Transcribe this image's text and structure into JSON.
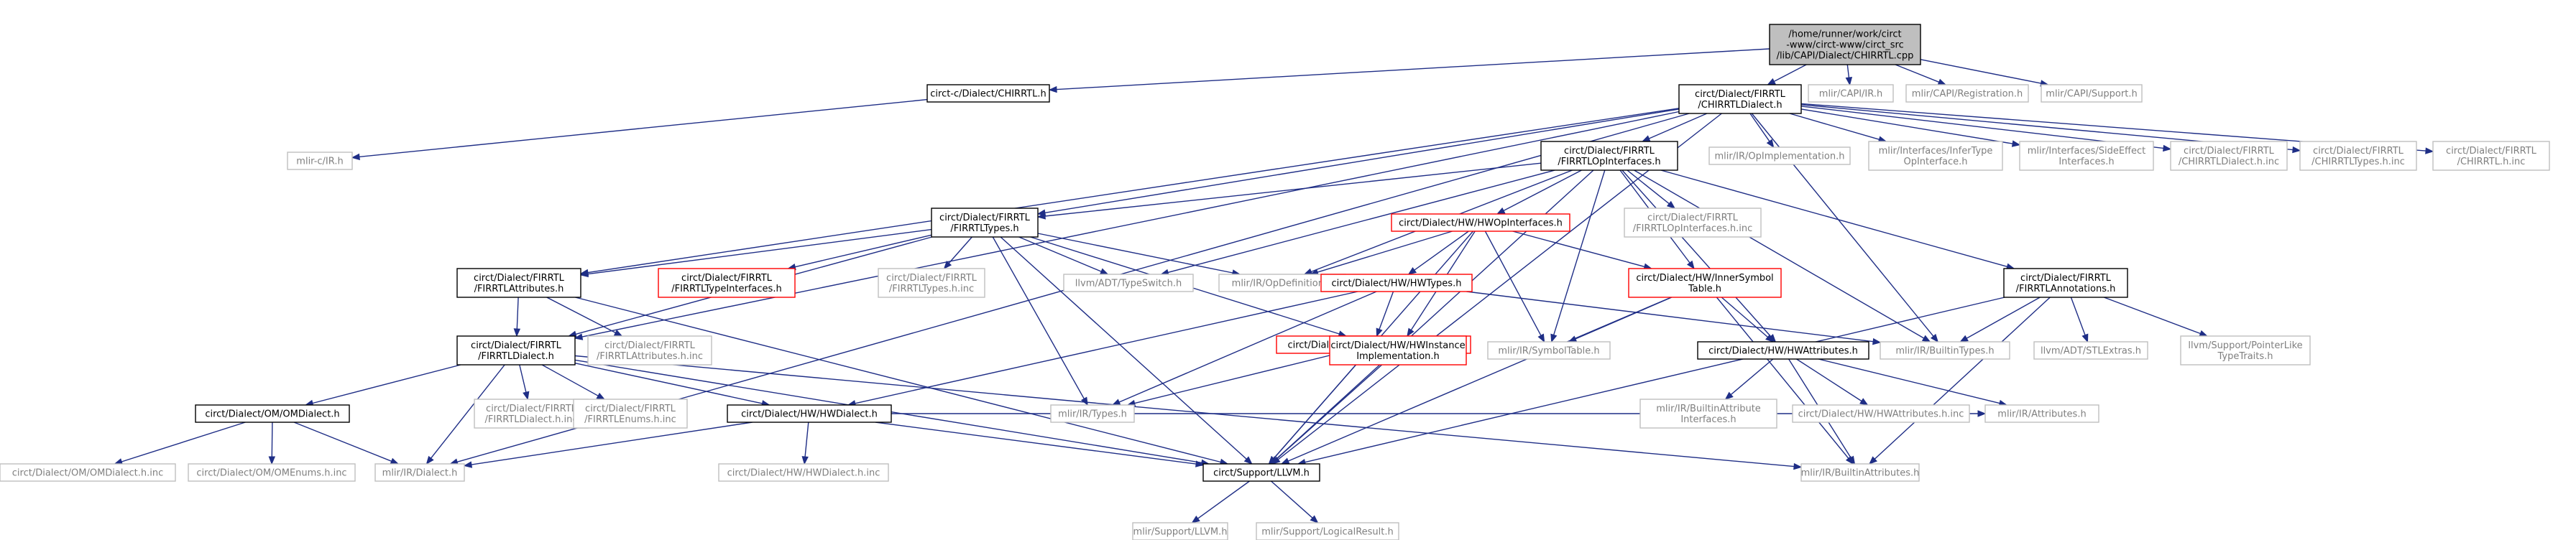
{
  "title": "/home/runner/work/circt-www/circt-www/circt_src/lib/CAPI/Dialect/CHIRRTL.cpp",
  "colors": {
    "edge": "#1f2e86",
    "root_fill": "#bfbfbf",
    "box_border": "#000000",
    "missing_border": "#bfbfbf",
    "missing_text": "#7f7f7f",
    "truncated_border": "#ff0000"
  },
  "nodes": [
    {
      "id": "root",
      "kind": "root",
      "lines": [
        "/home/runner/work/circt",
        "-www/circt-www/circt_src",
        "/lib/CAPI/Dialect/CHIRRTL.cpp"
      ]
    },
    {
      "id": "capi_chirrtl",
      "kind": "normal",
      "lines": [
        "circt-c/Dialect/CHIRRTL.h"
      ]
    },
    {
      "id": "chirrtl_dialect",
      "kind": "normal",
      "lines": [
        "circt/Dialect/FIRRTL",
        "/CHIRRTLDialect.h"
      ]
    },
    {
      "id": "mlir_capi_ir",
      "kind": "missing",
      "lines": [
        "mlir/CAPI/IR.h"
      ]
    },
    {
      "id": "mlir_capi_reg",
      "kind": "missing",
      "lines": [
        "mlir/CAPI/Registration.h"
      ]
    },
    {
      "id": "mlir_capi_support",
      "kind": "missing",
      "lines": [
        "mlir/CAPI/Support.h"
      ]
    },
    {
      "id": "mlir_c_ir",
      "kind": "missing",
      "lines": [
        "mlir-c/IR.h"
      ]
    },
    {
      "id": "firrtl_opinterfaces",
      "kind": "normal",
      "lines": [
        "circt/Dialect/FIRRTL",
        "/FIRRTLOpInterfaces.h"
      ]
    },
    {
      "id": "op_impl",
      "kind": "missing",
      "lines": [
        "mlir/IR/OpImplementation.h"
      ]
    },
    {
      "id": "infertype",
      "kind": "missing",
      "lines": [
        "mlir/Interfaces/InferType",
        "OpInterface.h"
      ]
    },
    {
      "id": "sideeffect",
      "kind": "missing",
      "lines": [
        "mlir/Interfaces/SideEffect",
        "Interfaces.h"
      ]
    },
    {
      "id": "chirrtl_dialect_inc",
      "kind": "missing",
      "lines": [
        "circt/Dialect/FIRRTL",
        "/CHIRRTLDialect.h.inc"
      ]
    },
    {
      "id": "chirrtl_types_inc",
      "kind": "missing",
      "lines": [
        "circt/Dialect/FIRRTL",
        "/CHIRRTLTypes.h.inc"
      ]
    },
    {
      "id": "chirrtl_h_inc",
      "kind": "missing",
      "lines": [
        "circt/Dialect/FIRRTL",
        "/CHIRRTL.h.inc"
      ]
    },
    {
      "id": "firrtl_types",
      "kind": "normal",
      "lines": [
        "circt/Dialect/FIRRTL",
        "/FIRRTLTypes.h"
      ]
    },
    {
      "id": "hw_opinterfaces",
      "kind": "truncated",
      "lines": [
        "circt/Dialect/HW/HWOpInterfaces.h"
      ]
    },
    {
      "id": "firrtl_opinterfaces_inc",
      "kind": "missing",
      "lines": [
        "circt/Dialect/FIRRTL",
        "/FIRRTLOpInterfaces.h.inc"
      ]
    },
    {
      "id": "firrtl_annotations",
      "kind": "normal",
      "lines": [
        "circt/Dialect/FIRRTL",
        "/FIRRTLAnnotations.h"
      ]
    },
    {
      "id": "firrtl_attributes",
      "kind": "normal",
      "lines": [
        "circt/Dialect/FIRRTL",
        "/FIRRTLAttributes.h"
      ]
    },
    {
      "id": "firrtl_typeinterfaces",
      "kind": "truncated",
      "lines": [
        "circt/Dialect/FIRRTL",
        "/FIRRTLTypeInterfaces.h"
      ]
    },
    {
      "id": "firrtl_types_inc",
      "kind": "missing",
      "lines": [
        "circt/Dialect/FIRRTL",
        "/FIRRTLTypes.h.inc"
      ]
    },
    {
      "id": "typeswitch",
      "kind": "missing",
      "lines": [
        "llvm/ADT/TypeSwitch.h"
      ]
    },
    {
      "id": "opdefinition",
      "kind": "missing",
      "lines": [
        "mlir/IR/OpDefinition.h"
      ]
    },
    {
      "id": "hw_types",
      "kind": "truncated",
      "lines": [
        "circt/Dialect/HW/HWTypes.h"
      ]
    },
    {
      "id": "hw_innersymbol",
      "kind": "truncated",
      "lines": [
        "circt/Dialect/HW/InnerSymbol",
        "Table.h"
      ]
    },
    {
      "id": "firrtl_dialect",
      "kind": "normal",
      "lines": [
        "circt/Dialect/FIRRTL",
        "/FIRRTLDialect.h"
      ]
    },
    {
      "id": "firrtl_attributes_inc",
      "kind": "missing",
      "lines": [
        "circt/Dialect/FIRRTL",
        "/FIRRTLAttributes.h.inc"
      ]
    },
    {
      "id": "hw_typeinterfaces",
      "kind": "truncated",
      "lines": [
        "circt/Dialect/HW/HWTypeInterfaces.h"
      ]
    },
    {
      "id": "hw_instanceimpl",
      "kind": "truncated",
      "lines": [
        "circt/Dialect/HW/HWInstance",
        "Implementation.h"
      ]
    },
    {
      "id": "symboltable",
      "kind": "missing",
      "lines": [
        "mlir/IR/SymbolTable.h"
      ]
    },
    {
      "id": "hw_attributes",
      "kind": "normal",
      "lines": [
        "circt/Dialect/HW/HWAttributes.h"
      ]
    },
    {
      "id": "builtintypes",
      "kind": "missing",
      "lines": [
        "mlir/IR/BuiltinTypes.h"
      ]
    },
    {
      "id": "stlextras",
      "kind": "missing",
      "lines": [
        "llvm/ADT/STLExtras.h"
      ]
    },
    {
      "id": "pointerlike",
      "kind": "missing",
      "lines": [
        "llvm/Support/PointerLike",
        "TypeTraits.h"
      ]
    },
    {
      "id": "om_dialect",
      "kind": "normal",
      "lines": [
        "circt/Dialect/OM/OMDialect.h"
      ]
    },
    {
      "id": "firrtl_dialect_inc",
      "kind": "missing",
      "lines": [
        "circt/Dialect/FIRRTL",
        "/FIRRTLDialect.h.inc"
      ]
    },
    {
      "id": "firrtl_enums_inc",
      "kind": "missing",
      "lines": [
        "circt/Dialect/FIRRTL",
        "/FIRRTLEnums.h.inc"
      ]
    },
    {
      "id": "hw_dialect",
      "kind": "normal",
      "lines": [
        "circt/Dialect/HW/HWDialect.h"
      ]
    },
    {
      "id": "ir_types",
      "kind": "missing",
      "lines": [
        "mlir/IR/Types.h"
      ]
    },
    {
      "id": "builtinattr_iface",
      "kind": "missing",
      "lines": [
        "mlir/IR/BuiltinAttribute",
        "Interfaces.h"
      ]
    },
    {
      "id": "hw_attributes_inc",
      "kind": "missing",
      "lines": [
        "circt/Dialect/HW/HWAttributes.h.inc"
      ]
    },
    {
      "id": "ir_attributes",
      "kind": "missing",
      "lines": [
        "mlir/IR/Attributes.h"
      ]
    },
    {
      "id": "om_dialect_inc",
      "kind": "missing",
      "lines": [
        "circt/Dialect/OM/OMDialect.h.inc"
      ]
    },
    {
      "id": "om_enums_inc",
      "kind": "missing",
      "lines": [
        "circt/Dialect/OM/OMEnums.h.inc"
      ]
    },
    {
      "id": "ir_dialect",
      "kind": "missing",
      "lines": [
        "mlir/IR/Dialect.h"
      ]
    },
    {
      "id": "hw_dialect_inc",
      "kind": "missing",
      "lines": [
        "circt/Dialect/HW/HWDialect.h.inc"
      ]
    },
    {
      "id": "support_llvm",
      "kind": "normal",
      "lines": [
        "circt/Support/LLVM.h"
      ]
    },
    {
      "id": "builtinattributes",
      "kind": "missing",
      "lines": [
        "mlir/IR/BuiltinAttributes.h"
      ]
    },
    {
      "id": "mlir_support_llvm",
      "kind": "missing",
      "lines": [
        "mlir/Support/LLVM.h"
      ]
    },
    {
      "id": "logicalresult",
      "kind": "missing",
      "lines": [
        "mlir/Support/LogicalResult.h"
      ]
    }
  ],
  "edges": [
    [
      "root",
      "capi_chirrtl"
    ],
    [
      "root",
      "chirrtl_dialect"
    ],
    [
      "root",
      "mlir_capi_ir"
    ],
    [
      "root",
      "mlir_capi_reg"
    ],
    [
      "root",
      "mlir_capi_support"
    ],
    [
      "capi_chirrtl",
      "mlir_c_ir"
    ],
    [
      "chirrtl_dialect",
      "firrtl_opinterfaces"
    ],
    [
      "chirrtl_dialect",
      "op_impl"
    ],
    [
      "chirrtl_dialect",
      "infertype"
    ],
    [
      "chirrtl_dialect",
      "sideeffect"
    ],
    [
      "chirrtl_dialect",
      "chirrtl_dialect_inc"
    ],
    [
      "chirrtl_dialect",
      "chirrtl_types_inc"
    ],
    [
      "chirrtl_dialect",
      "chirrtl_h_inc"
    ],
    [
      "chirrtl_dialect",
      "firrtl_types"
    ],
    [
      "chirrtl_dialect",
      "firrtl_attributes"
    ],
    [
      "chirrtl_dialect",
      "firrtl_dialect"
    ],
    [
      "chirrtl_dialect",
      "ir_dialect"
    ],
    [
      "chirrtl_dialect",
      "support_llvm"
    ],
    [
      "chirrtl_dialect",
      "builtintypes"
    ],
    [
      "firrtl_opinterfaces",
      "firrtl_types"
    ],
    [
      "firrtl_opinterfaces",
      "hw_opinterfaces"
    ],
    [
      "firrtl_opinterfaces",
      "firrtl_opinterfaces_inc"
    ],
    [
      "firrtl_opinterfaces",
      "firrtl_annotations"
    ],
    [
      "firrtl_opinterfaces",
      "typeswitch"
    ],
    [
      "firrtl_opinterfaces",
      "opdefinition"
    ],
    [
      "firrtl_opinterfaces",
      "symboltable"
    ],
    [
      "firrtl_opinterfaces",
      "hw_innersymbol"
    ],
    [
      "firrtl_opinterfaces",
      "hw_attributes"
    ],
    [
      "firrtl_opinterfaces",
      "builtintypes"
    ],
    [
      "firrtl_opinterfaces",
      "support_llvm"
    ],
    [
      "firrtl_types",
      "firrtl_attributes"
    ],
    [
      "firrtl_types",
      "firrtl_typeinterfaces"
    ],
    [
      "firrtl_types",
      "firrtl_types_inc"
    ],
    [
      "firrtl_types",
      "typeswitch"
    ],
    [
      "firrtl_types",
      "opdefinition"
    ],
    [
      "firrtl_types",
      "hw_typeinterfaces"
    ],
    [
      "firrtl_types",
      "firrtl_dialect"
    ],
    [
      "firrtl_types",
      "ir_types"
    ],
    [
      "firrtl_types",
      "support_llvm"
    ],
    [
      "hw_opinterfaces",
      "hw_types"
    ],
    [
      "hw_opinterfaces",
      "hw_innersymbol"
    ],
    [
      "hw_opinterfaces",
      "hw_instanceimpl"
    ],
    [
      "hw_opinterfaces",
      "opdefinition"
    ],
    [
      "hw_opinterfaces",
      "symboltable"
    ],
    [
      "hw_opinterfaces",
      "support_llvm"
    ],
    [
      "firrtl_annotations",
      "builtintypes"
    ],
    [
      "firrtl_annotations",
      "stlextras"
    ],
    [
      "firrtl_annotations",
      "pointerlike"
    ],
    [
      "firrtl_annotations",
      "support_llvm"
    ],
    [
      "firrtl_annotations",
      "builtinattributes"
    ],
    [
      "firrtl_attributes",
      "firrtl_dialect"
    ],
    [
      "firrtl_attributes",
      "firrtl_attributes_inc"
    ],
    [
      "firrtl_attributes",
      "support_llvm"
    ],
    [
      "hw_types",
      "hw_dialect"
    ],
    [
      "hw_types",
      "hw_typeinterfaces"
    ],
    [
      "hw_types",
      "ir_types"
    ],
    [
      "hw_types",
      "builtintypes"
    ],
    [
      "hw_innersymbol",
      "hw_attributes"
    ],
    [
      "hw_innersymbol",
      "symboltable"
    ],
    [
      "hw_innersymbol",
      "support_llvm"
    ],
    [
      "hw_innersymbol",
      "builtinattributes"
    ],
    [
      "firrtl_dialect",
      "om_dialect"
    ],
    [
      "firrtl_dialect",
      "firrtl_dialect_inc"
    ],
    [
      "firrtl_dialect",
      "firrtl_enums_inc"
    ],
    [
      "firrtl_dialect",
      "hw_dialect"
    ],
    [
      "firrtl_dialect",
      "ir_dialect"
    ],
    [
      "firrtl_dialect",
      "support_llvm"
    ],
    [
      "firrtl_dialect",
      "builtinattributes"
    ],
    [
      "hw_typeinterfaces",
      "ir_types"
    ],
    [
      "hw_typeinterfaces",
      "support_llvm"
    ],
    [
      "hw_instanceimpl",
      "support_llvm"
    ],
    [
      "hw_attributes",
      "builtinattr_iface"
    ],
    [
      "hw_attributes",
      "hw_attributes_inc"
    ],
    [
      "hw_attributes",
      "ir_attributes"
    ],
    [
      "hw_attributes",
      "builtinattributes"
    ],
    [
      "om_dialect",
      "om_dialect_inc"
    ],
    [
      "om_dialect",
      "om_enums_inc"
    ],
    [
      "om_dialect",
      "ir_dialect"
    ],
    [
      "hw_dialect",
      "hw_dialect_inc"
    ],
    [
      "hw_dialect",
      "ir_dialect"
    ],
    [
      "hw_dialect",
      "support_llvm"
    ],
    [
      "hw_dialect",
      "ir_attributes"
    ],
    [
      "support_llvm",
      "mlir_support_llvm"
    ],
    [
      "support_llvm",
      "logicalresult"
    ]
  ]
}
